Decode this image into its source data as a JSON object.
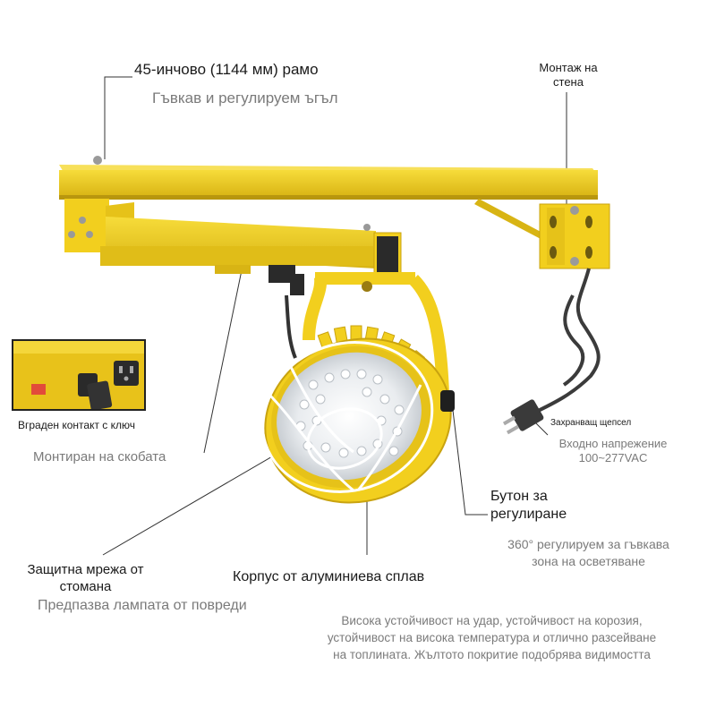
{
  "colors": {
    "yellow": "#f2cf1e",
    "yellow_dark": "#c9a30f",
    "metal": "#8a8a8a",
    "text_dark": "#1a1a1a",
    "text_grey": "#7a7a7a"
  },
  "labels": {
    "arm_length": "45-инчово (1144 мм) рамо",
    "arm_flexible": "Гъвкав и регулируем ъгъл",
    "wall_mount_line1": "Монтаж на",
    "wall_mount_line2": "стена",
    "outlet_key": "Вграден контакт с ключ",
    "bracket_mounted": "Монтиран на скобата",
    "grounded_plug": "Захранващ щепсел",
    "input_voltage_line1": "Входно напрежение",
    "input_voltage_line2": "100~277VAC",
    "adjust_button_line1": "Бутон за",
    "adjust_button_line2": "регулиране",
    "rotation_line1": "360° регулируем за гъвкава",
    "rotation_line2": "зона на осветяване",
    "steel_guard_line1": "Защитна мрежа от",
    "steel_guard_line2": "стомана",
    "guard_desc": "Предпазва лампата от повреди",
    "housing": "Корпус от алуминиева сплав",
    "housing_desc_line1": "Висока устойчивост на удар, устойчивост на корозия,",
    "housing_desc_line2": "устойчивост на висока температура и отлично разсейване",
    "housing_desc_line3": "на топлината. Жълтото покритие подобрява видимостта"
  }
}
